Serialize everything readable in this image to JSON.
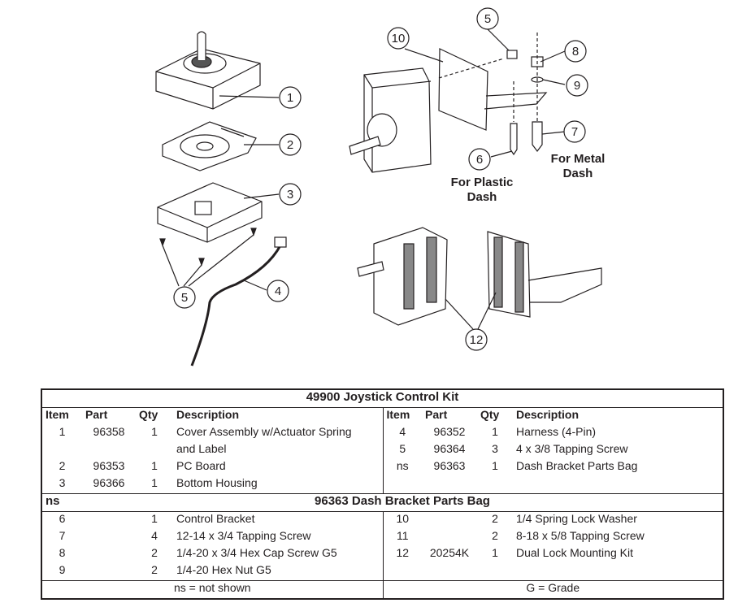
{
  "callouts": [
    "1",
    "2",
    "3",
    "4",
    "5",
    "5",
    "6",
    "7",
    "8",
    "9",
    "10",
    "12"
  ],
  "notes": {
    "plastic": [
      "For Plastic",
      "Dash"
    ],
    "metal": [
      "For Metal",
      "Dash"
    ]
  },
  "kit": {
    "title": "49900  Joystick Control Kit",
    "headers": [
      "Item",
      "Part",
      "Qty",
      "Description"
    ],
    "left_rows": [
      {
        "item": "1",
        "part": "96358",
        "qty": "1",
        "desc": "Cover Assembly w/Actuator Spring",
        "desc2": "and Label"
      },
      {
        "item": "2",
        "part": "96353",
        "qty": "1",
        "desc": "PC Board",
        "desc2": ""
      },
      {
        "item": "3",
        "part": "96366",
        "qty": "1",
        "desc": "Bottom Housing",
        "desc2": ""
      }
    ],
    "right_rows": [
      {
        "item": "4",
        "part": "96352",
        "qty": "1",
        "desc": "Harness (4-Pin)"
      },
      {
        "item": "5",
        "part": "96364",
        "qty": "3",
        "desc": "4 x 3/8 Tapping Screw"
      },
      {
        "item": "ns",
        "part": "96363",
        "qty": "1",
        "desc": "Dash Bracket Parts Bag"
      }
    ]
  },
  "bag": {
    "ns_label": "ns",
    "title": "96363  Dash Bracket Parts Bag",
    "left_rows": [
      {
        "item": "6",
        "part": "",
        "qty": "1",
        "desc": "Control Bracket"
      },
      {
        "item": "7",
        "part": "",
        "qty": "4",
        "desc": "12-14 x 3/4 Tapping Screw"
      },
      {
        "item": "8",
        "part": "",
        "qty": "2",
        "desc": "1/4-20 x 3/4 Hex Cap Screw G5"
      },
      {
        "item": "9",
        "part": "",
        "qty": "2",
        "desc": "1/4-20 Hex Nut G5"
      }
    ],
    "right_rows": [
      {
        "item": "10",
        "part": "",
        "qty": "2",
        "desc": "1/4 Spring Lock Washer"
      },
      {
        "item": "11",
        "part": "",
        "qty": "2",
        "desc": "8-18 x 5/8 Tapping Screw"
      },
      {
        "item": "12",
        "part": "20254K",
        "qty": "1",
        "desc": "Dual Lock Mounting Kit"
      }
    ]
  },
  "footer": {
    "left": "ns = not shown",
    "right": "G = Grade"
  }
}
